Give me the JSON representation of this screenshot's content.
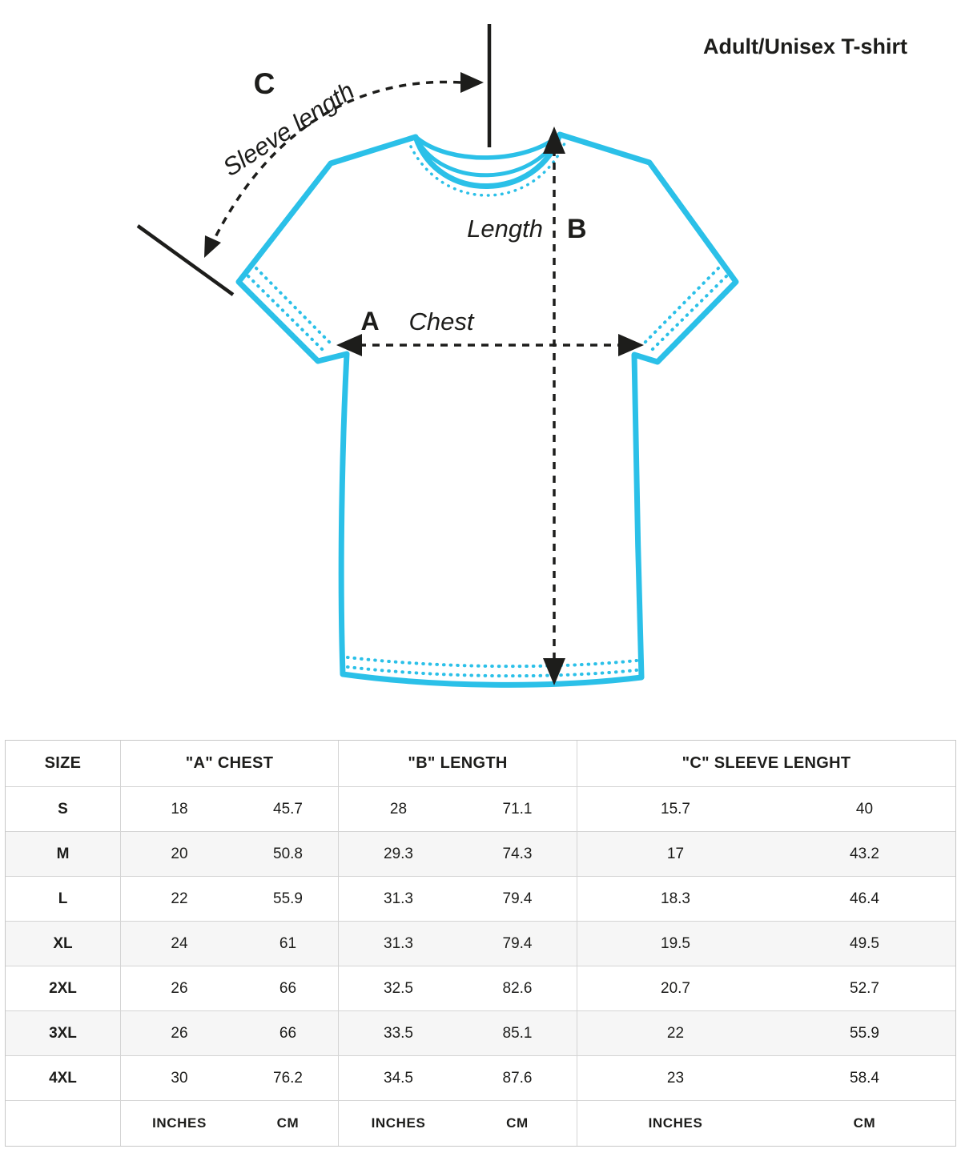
{
  "title": "Adult/Unisex T-shirt",
  "diagram": {
    "point_c_label": "C",
    "sleeve_label": "Sleeve length",
    "length_label": "Length",
    "point_b_label": "B",
    "point_a_label": "A",
    "chest_label": "Chest",
    "shirt_color": "#2bc0e8",
    "annotation_color": "#1d1d1b"
  },
  "chart_data": {
    "type": "table",
    "title": "Adult/Unisex T-shirt",
    "columns": [
      "SIZE",
      "\"A\" CHEST",
      "\"B\" LENGTH",
      "\"C\" SLEEVE LENGHT"
    ],
    "unit_labels": [
      "INCHES",
      "CM",
      "INCHES",
      "CM",
      "INCHES",
      "CM"
    ],
    "rows": [
      [
        "S",
        "18",
        "45.7",
        "28",
        "71.1",
        "15.7",
        "40"
      ],
      [
        "M",
        "20",
        "50.8",
        "29.3",
        "74.3",
        "17",
        "43.2"
      ],
      [
        "L",
        "22",
        "55.9",
        "31.3",
        "79.4",
        "18.3",
        "46.4"
      ],
      [
        "XL",
        "24",
        "61",
        "31.3",
        "79.4",
        "19.5",
        "49.5"
      ],
      [
        "2XL",
        "26",
        "66",
        "32.5",
        "82.6",
        "20.7",
        "52.7"
      ],
      [
        "3XL",
        "26",
        "66",
        "33.5",
        "85.1",
        "22",
        "55.9"
      ],
      [
        "4XL",
        "30",
        "76.2",
        "34.5",
        "87.6",
        "23",
        "58.4"
      ]
    ]
  }
}
